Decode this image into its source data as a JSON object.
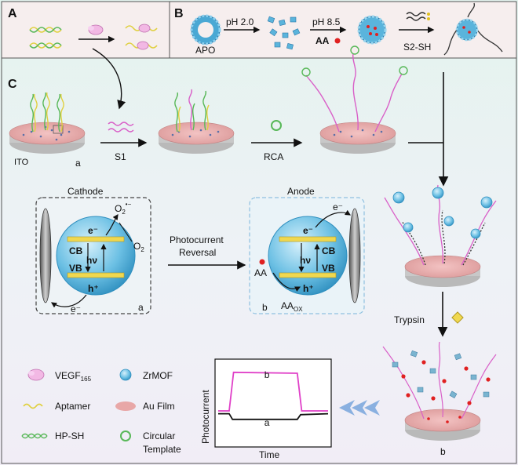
{
  "panels": {
    "a_label": "A",
    "b_label": "B",
    "c_label": "C"
  },
  "panel_b": {
    "apo": "APO",
    "ph_low": "pH 2.0",
    "ph_high": "pH 8.5",
    "aa": "AA",
    "s2sh": "S2-SH"
  },
  "panel_c": {
    "ito": "ITO",
    "a_small": "a",
    "s1": "S1",
    "rca": "RCA",
    "cathode": "Cathode",
    "anode": "Anode",
    "reversal_1": "Photocurrent",
    "reversal_2": "Reversal",
    "o2_radical": "O",
    "o2_radical_sub": "2",
    "o2_radical_sup": "•−",
    "o2": "O",
    "o2_sub": "2",
    "e_minus": "e⁻",
    "cb": "CB",
    "vb": "VB",
    "hv": "hν",
    "h_plus": "h⁺",
    "box_a": "a",
    "box_b": "b",
    "aa": "AA",
    "aa_ox": "AA",
    "aa_ox_sub": "OX",
    "trypsin": "Trypsin",
    "bottom_b": "b"
  },
  "legend": {
    "vegf": "VEGF",
    "vegf_sub": "165",
    "zrmof": "ZrMOF",
    "aptamer": "Aptamer",
    "au_film": "Au Film",
    "hp_sh": "HP-SH",
    "circular_1": "Circular",
    "circular_2": "Template"
  },
  "chart_data": {
    "type": "line",
    "ylabel": "Photocurrent",
    "xlabel": "Time",
    "series": [
      {
        "name": "b",
        "color": "#e040c8",
        "points": [
          [
            0,
            0.1
          ],
          [
            0.1,
            0.1
          ],
          [
            0.14,
            0.92
          ],
          [
            0.72,
            0.9
          ],
          [
            0.76,
            0.1
          ],
          [
            1.0,
            0.1
          ]
        ]
      },
      {
        "name": "a",
        "color": "#111111",
        "points": [
          [
            0,
            0.04
          ],
          [
            0.1,
            0.04
          ],
          [
            0.13,
            -0.08
          ],
          [
            0.72,
            -0.08
          ],
          [
            0.75,
            0.02
          ],
          [
            1.0,
            0.04
          ]
        ]
      }
    ]
  },
  "colors": {
    "panel_top_bg": "#f4ecec",
    "panel_c_bg_top": "#e6f3ef",
    "panel_c_bg_bottom": "#eef0f8",
    "au_film": "#e8a7a7",
    "zrmof": "#4ab0d8",
    "aptamer": "#e0e040",
    "hp_sh": "#58b858",
    "s1": "#d960c8",
    "arrow_blue": "#8ab0e0"
  }
}
